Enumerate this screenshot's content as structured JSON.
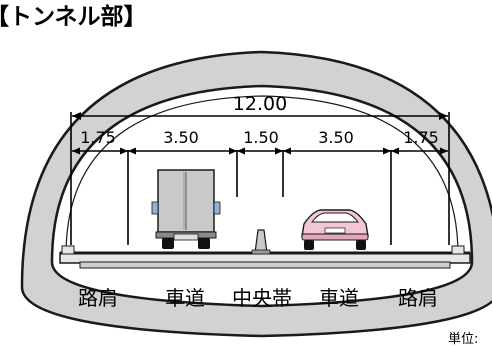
{
  "title": "【トンネル部】",
  "total_width": "12.00",
  "segments": [
    "1.75",
    "3.50",
    "1.50",
    "3.50",
    "1.75"
  ],
  "zones": [
    "路肩",
    "車道",
    "中央帯",
    "車道",
    "路肩"
  ],
  "unit_label": "単位:",
  "colors": {
    "lining": "#d2d2d2",
    "outline": "#1a1a1a",
    "road": "#e6e6e6",
    "truck": "#c9c9c9",
    "car": "#f2c6d2"
  }
}
